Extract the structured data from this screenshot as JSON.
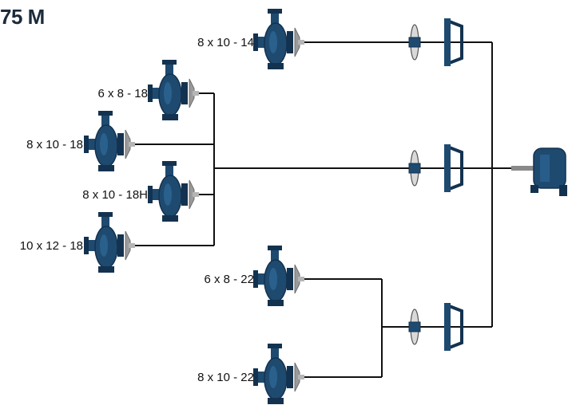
{
  "title": "75 M",
  "colors": {
    "pump_body": "#1f4a70",
    "pump_dark": "#13324f",
    "pump_light": "#2f6a99",
    "coupling": "#9a9a9a",
    "line": "#111111",
    "label": "#111111"
  },
  "pumps": [
    {
      "id": "pump-8x10-14",
      "label": "8 x 10 - 14"
    },
    {
      "id": "pump-6x8-18",
      "label": "6 x 8 - 18"
    },
    {
      "id": "pump-8x10-18",
      "label": "8 x 10 - 18"
    },
    {
      "id": "pump-8x10-18h",
      "label": "8 x 10 - 18H"
    },
    {
      "id": "pump-10x12-18",
      "label": "10 x 12 - 18"
    },
    {
      "id": "pump-6x8-22",
      "label": "6 x 8 - 22"
    },
    {
      "id": "pump-8x10-22",
      "label": "8 x 10 - 22"
    }
  ],
  "drive_frames": [
    {
      "id": "frame-top"
    },
    {
      "id": "frame-middle"
    },
    {
      "id": "frame-bottom"
    }
  ],
  "motor": {
    "id": "bearing-frame-motor"
  }
}
